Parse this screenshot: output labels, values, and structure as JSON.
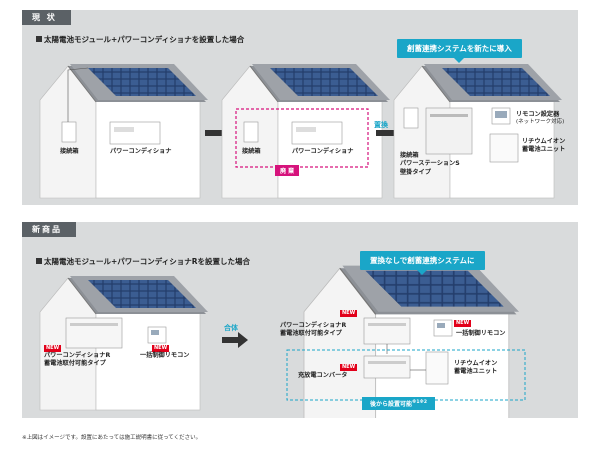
{
  "top": {
    "tab": "現 状",
    "heading": "太陽電池モジュール+パワーコンディショナを設置した場合",
    "callout": "創蓄連携システムを新たに導入",
    "house1": {
      "junction": "接続箱",
      "pcs": "パワーコンディショナ"
    },
    "house2": {
      "junction": "接続箱",
      "pcs": "パワーコンディショナ",
      "discard": "廃 棄"
    },
    "replace": "置換",
    "house3": {
      "station": [
        "接続箱",
        "パワーステーションS",
        "壁掛タイプ"
      ],
      "remote": [
        "リモコン設定器",
        "(ネットワーク対応)"
      ],
      "battery": [
        "リチウムイオン",
        "蓄電池ユニット"
      ]
    }
  },
  "bottom": {
    "tab": "新商品",
    "heading": "太陽電池モジュール+パワーコンディショナRを設置した場合",
    "callout": "置換なしで創蓄連携システムに",
    "new_badge": "NEW",
    "house1": {
      "pcs": [
        "パワーコンディショナR",
        "蓄電池取付可能タイプ"
      ],
      "remote": "一括制御リモコン"
    },
    "combine": "合体",
    "house2": {
      "pcs": [
        "パワーコンディショナR",
        "蓄電池取付可能タイプ"
      ],
      "remote": "一括制御リモコン",
      "converter": "充放電コンバータ",
      "battery": [
        "リチウムイオン",
        "蓄電池ユニット"
      ],
      "later": "後から設置可能",
      "later_note": "※1※2"
    }
  },
  "footnote": "※上図はイメージです。設置にあたっては施工説明書に従ってください。"
}
